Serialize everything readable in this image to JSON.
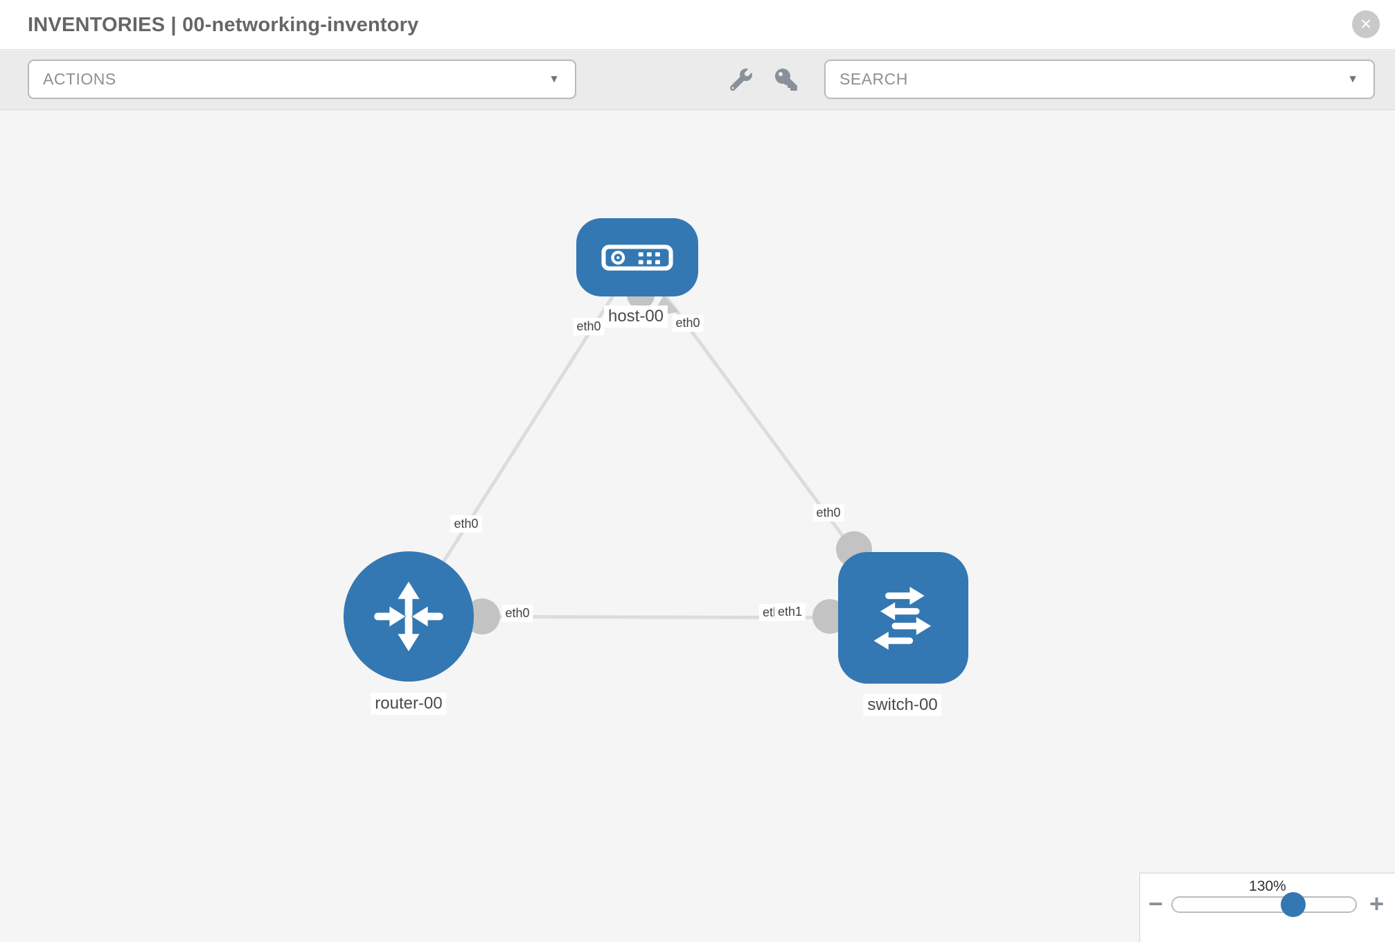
{
  "header": {
    "title": "INVENTORIES | 00-networking-inventory"
  },
  "toolbar": {
    "actions_label": "ACTIONS",
    "search_label": "SEARCH",
    "tools": [
      {
        "name": "wrench"
      },
      {
        "name": "key"
      }
    ]
  },
  "icons": {
    "close": "✕",
    "caret_down": "▼",
    "minus": "−",
    "plus": "+"
  },
  "topology": {
    "nodes": [
      {
        "name": "host-00",
        "type": "host"
      },
      {
        "name": "router-00",
        "type": "router"
      },
      {
        "name": "switch-00",
        "type": "switch"
      }
    ],
    "links": [
      {
        "from": "router-00",
        "from_interface": "eth0",
        "to": "host-00",
        "to_interface": "eth0"
      },
      {
        "from": "host-00",
        "from_interface": "eth0",
        "to": "switch-00",
        "to_interface": "eth0"
      },
      {
        "from": "router-00",
        "from_interface": "eth0",
        "to": "switch-00",
        "to_interface": "eth1",
        "to_interface_overlapped": "eth0"
      }
    ]
  },
  "zoom_control": {
    "level_label": "130%",
    "value": 130
  },
  "colors": {
    "node_blue": "#3378b2",
    "edge_gray": "#dcdcdc",
    "connector_gray": "#c3c3c3",
    "toolbar_gray": "#ebebeb"
  }
}
